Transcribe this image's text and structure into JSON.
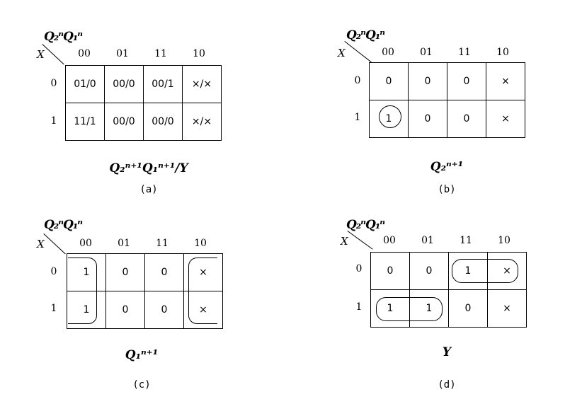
{
  "maps": [
    {
      "id": "a",
      "corner_vars": "Q₂ⁿQ₁ⁿ",
      "corner_x": "X",
      "columns": [
        "00",
        "01",
        "11",
        "10"
      ],
      "rows": [
        "0",
        "1"
      ],
      "cells": [
        [
          "01/0",
          "00/0",
          "00/1",
          "×/×"
        ],
        [
          "11/1",
          "00/0",
          "00/0",
          "×/×"
        ]
      ],
      "expression": "Q₂ⁿ⁺¹Q₁ⁿ⁺¹/Y",
      "label": "(a)"
    },
    {
      "id": "b",
      "corner_vars": "Q₂ⁿQ₁ⁿ",
      "corner_x": "X",
      "columns": [
        "00",
        "01",
        "11",
        "10"
      ],
      "rows": [
        "0",
        "1"
      ],
      "cells": [
        [
          "0",
          "0",
          "0",
          "×"
        ],
        [
          "1",
          "0",
          "0",
          "×"
        ]
      ],
      "expression": "Q₂ⁿ⁺¹",
      "label": "(b)"
    },
    {
      "id": "c",
      "corner_vars": "Q₂ⁿQ₁ⁿ",
      "corner_x": "X",
      "columns": [
        "00",
        "01",
        "11",
        "10"
      ],
      "rows": [
        "0",
        "1"
      ],
      "cells": [
        [
          "1",
          "0",
          "0",
          "×"
        ],
        [
          "1",
          "0",
          "0",
          "×"
        ]
      ],
      "expression": "Q₁ⁿ⁺¹",
      "label": "(c)"
    },
    {
      "id": "d",
      "corner_vars": "Q₂ⁿQ₁ⁿ",
      "corner_x": "X",
      "columns": [
        "00",
        "01",
        "11",
        "10"
      ],
      "rows": [
        "0",
        "1"
      ],
      "cells": [
        [
          "0",
          "0",
          "1",
          "×"
        ],
        [
          "1",
          "1",
          "0",
          "×"
        ]
      ],
      "expression": "Y",
      "label": "(d)"
    }
  ]
}
